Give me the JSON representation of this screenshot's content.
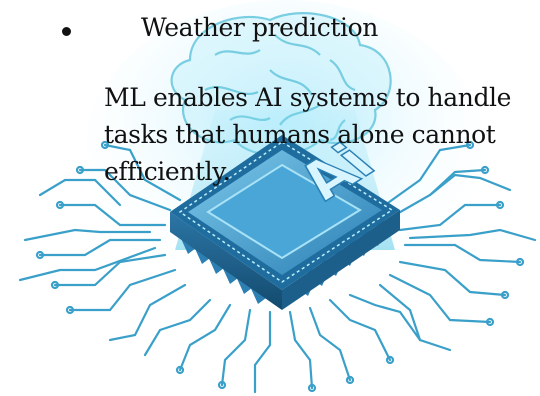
{
  "bullet": {
    "text": "Weather prediction"
  },
  "paragraph": {
    "lines": [
      "ML enables AI systems to handle",
      "tasks that humans alone cannot",
      "efficiently."
    ]
  },
  "chip": {
    "label": "Ai"
  },
  "colors": {
    "chip_top": "#3a93c7",
    "chip_dark": "#1c5f8a",
    "trace": "#3aa0c9",
    "brain": "#4fc3dd",
    "text": "#111111"
  },
  "icons": [
    "ai-chip-illustration",
    "brain-illustration",
    "circuit-traces"
  ]
}
